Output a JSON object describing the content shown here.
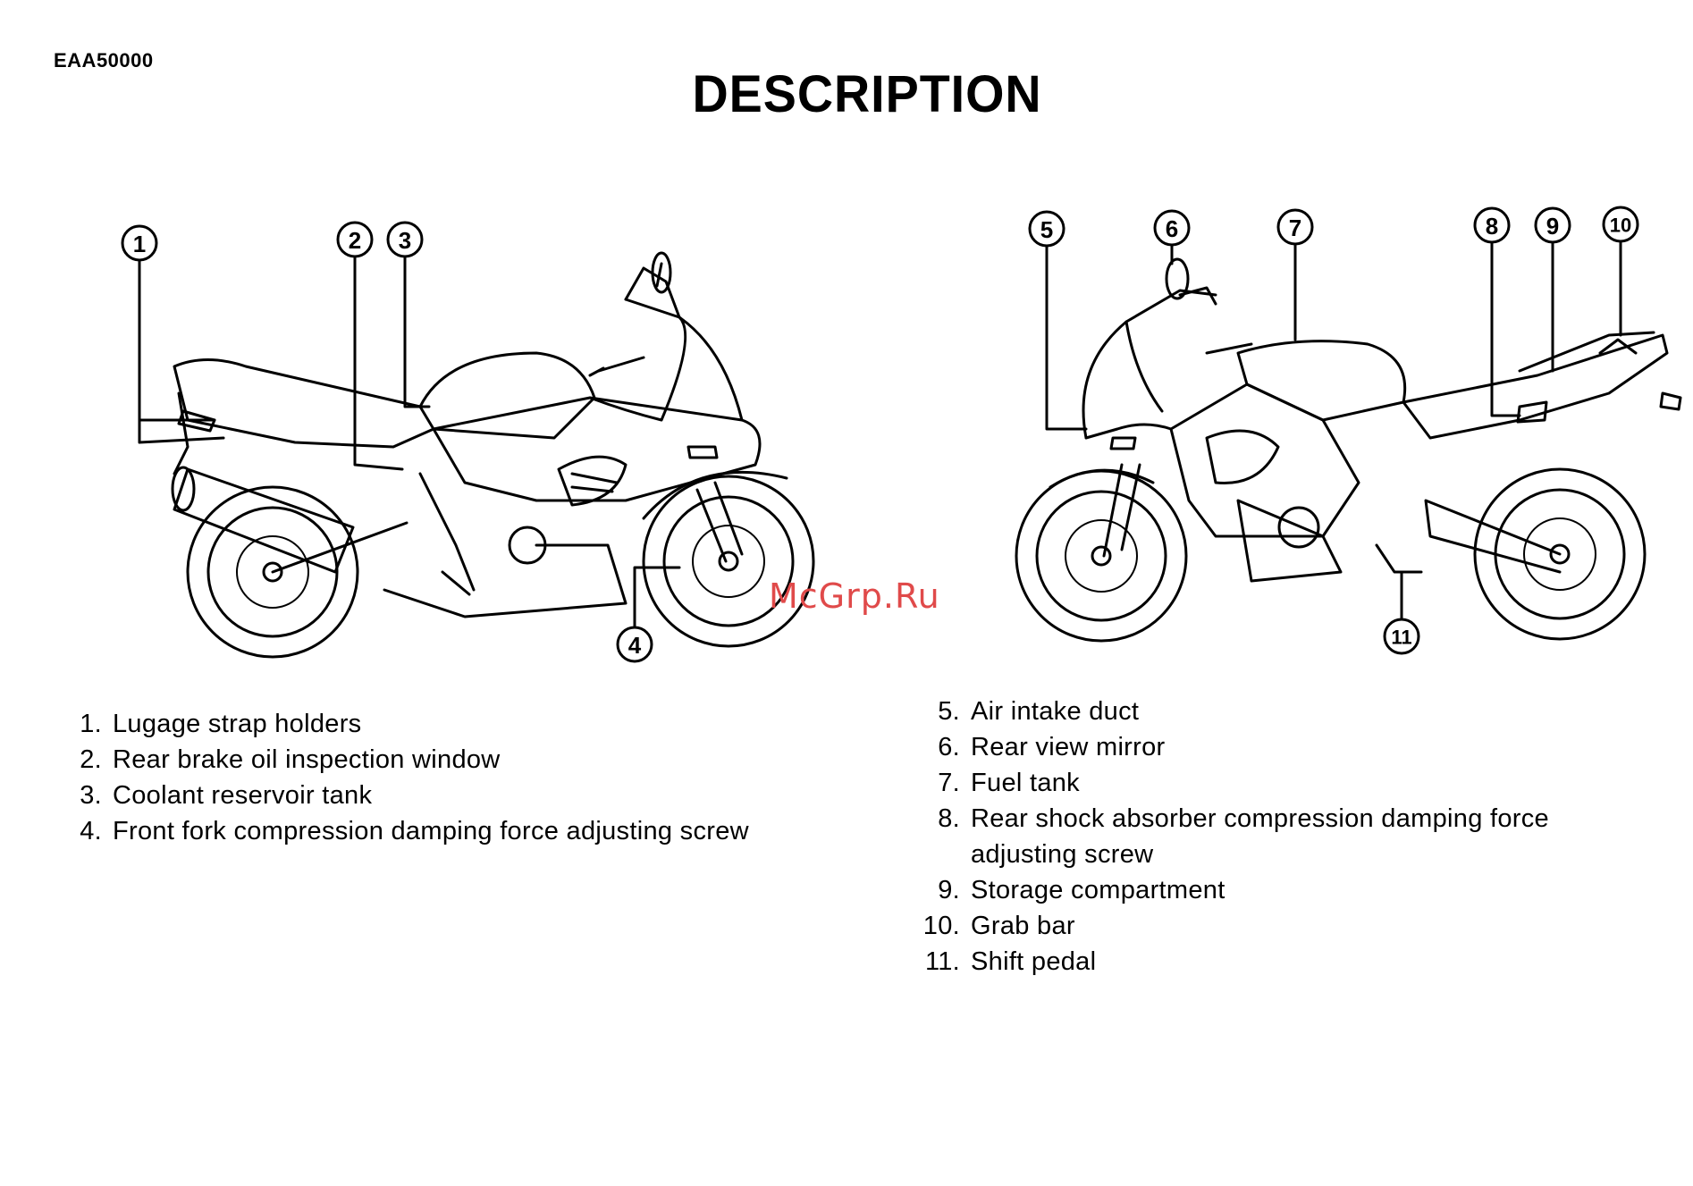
{
  "header": {
    "code": "EAA50000",
    "title": "DESCRIPTION"
  },
  "watermark": "McGrp.Ru",
  "callouts": {
    "c1": "1",
    "c2": "2",
    "c3": "3",
    "c4": "4",
    "c5": "5",
    "c6": "6",
    "c7": "7",
    "c8": "8",
    "c9": "9",
    "c10": "10",
    "c11": "11"
  },
  "legend_left": [
    {
      "num": "1.",
      "text": "Lugage strap holders"
    },
    {
      "num": "2.",
      "text": "Rear brake oil inspection window"
    },
    {
      "num": "3.",
      "text": "Coolant reservoir tank"
    },
    {
      "num": "4.",
      "text": "Front fork compression damping force adjusting screw"
    }
  ],
  "legend_right": [
    {
      "num": "5.",
      "text": "Air intake duct"
    },
    {
      "num": "6.",
      "text": "Rear view mirror"
    },
    {
      "num": "7.",
      "text": "Fuel tank"
    },
    {
      "num": "8.",
      "text": "Rear shock absorber compression damping force adjusting screw"
    },
    {
      "num": "9.",
      "text": "Storage compartment"
    },
    {
      "num": "10.",
      "text": "Grab bar"
    },
    {
      "num": "11.",
      "text": "Shift pedal"
    }
  ]
}
